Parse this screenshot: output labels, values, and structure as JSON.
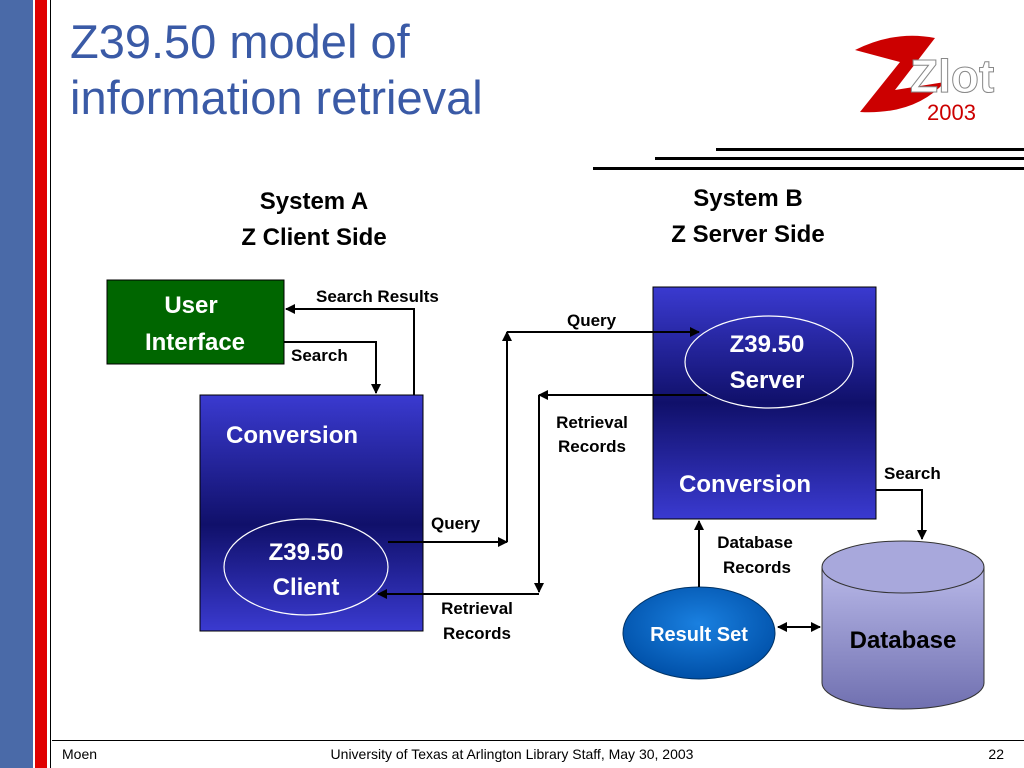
{
  "slide": {
    "title": "Z39.50 model of\ninformation retrieval",
    "logo": {
      "text": "Zlot",
      "year": "2003",
      "colors": [
        "#cc0000",
        "#ffffff"
      ]
    },
    "footer": {
      "left": "Moen",
      "center": "University of Texas at Arlington Library Staff, May 30, 2003",
      "page": "22"
    }
  },
  "diagram": {
    "system_a": {
      "line1": "System A",
      "line2": "Z Client Side"
    },
    "system_b": {
      "line1": "System B",
      "line2": "Z Server Side"
    },
    "user_interface": {
      "line1": "User",
      "line2": "Interface"
    },
    "client_conversion": "Conversion",
    "client": {
      "line1": "Z39.50",
      "line2": "Client"
    },
    "server": {
      "line1": "Z39.50",
      "line2": "Server"
    },
    "server_conversion": "Conversion",
    "result_set": "Result Set",
    "database": "Database",
    "labels": {
      "search_results": "Search Results",
      "search_ui": "Search",
      "query_top": "Query",
      "retrieval_records_top": {
        "line1": "Retrieval",
        "line2": "Records"
      },
      "query_bottom": "Query",
      "retrieval_records_bottom": {
        "line1": "Retrieval",
        "line2": "Records"
      },
      "search_db": "Search",
      "database_records": {
        "line1": "Database",
        "line2": "Records"
      }
    },
    "colors": {
      "user_interface": "#006600",
      "box_top": "#3a3ad0",
      "box_bottom": "#0a0a4a",
      "result_set": "#0066cc",
      "database": "#9090cc"
    }
  }
}
